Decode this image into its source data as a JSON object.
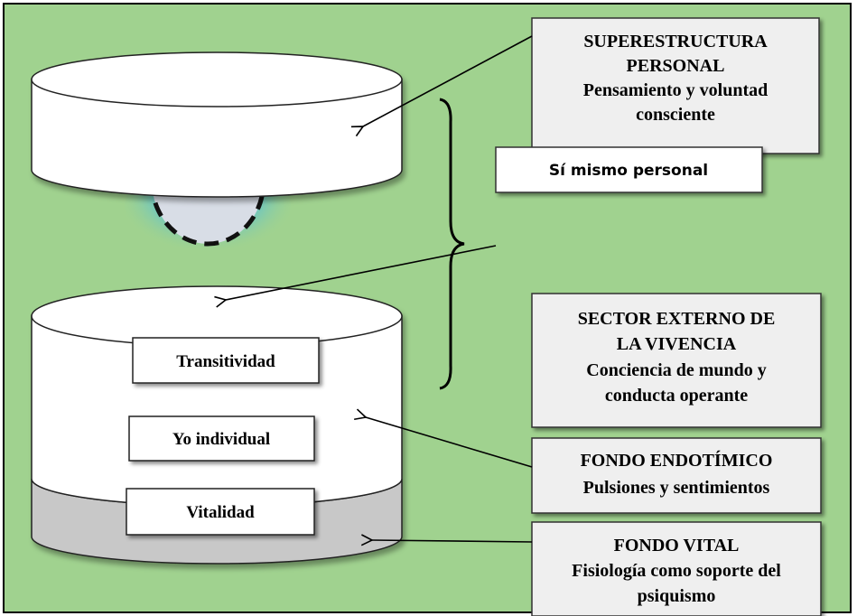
{
  "top_right_box": {
    "line1": "SUPERESTRUCTURA",
    "line2": "PERSONAL",
    "line3": "Pensamiento y voluntad",
    "line4": "consciente"
  },
  "self_box": {
    "label": "Sí mismo personal"
  },
  "sector_box": {
    "line1": "SECTOR EXTERNO DE",
    "line2": "LA VIVENCIA",
    "line3": "Conciencia de mundo y",
    "line4": "conducta operante"
  },
  "endotimico_box": {
    "line1": "FONDO ENDOTÍMICO",
    "line2": "Pulsiones y sentimientos"
  },
  "vital_box": {
    "line1": "FONDO VITAL",
    "line2": "Fisiología como soporte del",
    "line3": "psiquismo"
  },
  "cylinder_labels": {
    "transitividad": "Transitividad",
    "yo_individual": "Yo individual",
    "vitalidad": "Vitalidad"
  },
  "colors": {
    "background": "#a0d28f",
    "box_fill": "#efefef",
    "cylinder_fill": "#ffffff",
    "cylinder_base": "#c8c8c8",
    "glow": "#5fc3cf",
    "sphere": "#d8dde6"
  }
}
